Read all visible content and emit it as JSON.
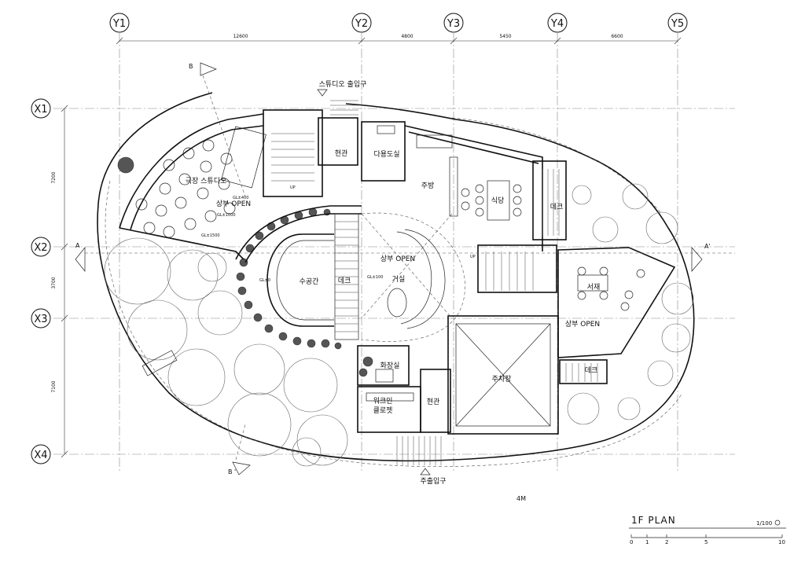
{
  "grid": {
    "columns": [
      "Y1",
      "Y2",
      "Y3",
      "Y4",
      "Y5"
    ],
    "rows": [
      "X1",
      "X2",
      "X3",
      "X4"
    ],
    "column_dims": [
      "12600",
      "4800",
      "5450",
      "6600"
    ],
    "row_dims": [
      "7200",
      "3700",
      "7100"
    ]
  },
  "rooms": {
    "studio_entrance": "스튜디오 출입구",
    "entrance_top": "현관",
    "multi_room": "다용도실",
    "kitchen": "주방",
    "dining": "식당",
    "deck_right": "데크",
    "theater_studio": "극장 스튜디오",
    "open_above_1": "상부 OPEN",
    "water_space": "수공간",
    "deck_center": "데크",
    "open_above_2": "상부 OPEN",
    "living": "거실",
    "study": "서재",
    "open_above_3": "상부 OPEN",
    "restroom": "화장실",
    "walkin_closet_1": "워크인",
    "walkin_closet_2": "클로젯",
    "entrance_bottom": "현관",
    "parking": "주차장",
    "deck_lower": "데크",
    "main_entrance": "주출입구"
  },
  "levels": {
    "gl400": "GL±400",
    "gl1000": "GL±1000",
    "gl1500": "GL±1500",
    "gl0": "GL±0",
    "gl100": "GL±100"
  },
  "up_labels": [
    "UP",
    "UP"
  ],
  "sections": {
    "a": "A",
    "a_prime": "A'",
    "b": "B",
    "b_prime": "B '"
  },
  "north_note": "4M",
  "title": {
    "name": "1F  PLAN",
    "scale": "1/100"
  },
  "scale_bar": [
    "0",
    "1",
    "2",
    "5",
    "10"
  ]
}
